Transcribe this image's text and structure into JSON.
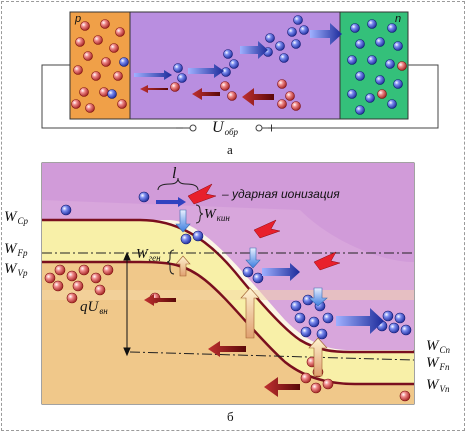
{
  "part_a": {
    "p_label": "p",
    "n_label": "n",
    "voltage_symbol": "U",
    "voltage_subscript": "обр",
    "caption": "а",
    "colors": {
      "p_region": "#f0a048",
      "depletion": "#b98ee0",
      "n_region": "#34c07a",
      "hole": "#e56a6a",
      "electron": "#5a6cd8",
      "arrow_blue": "#2a3ab0",
      "arrow_red": "#8a1010"
    }
  },
  "part_b": {
    "caption": "б",
    "free_path_symbol": "l",
    "impact_ionization_text": "– ударная ионизация",
    "levels": {
      "wc_p": {
        "sym": "W",
        "sub": "Ср"
      },
      "wf_p": {
        "sym": "W",
        "sub": "Fр"
      },
      "wv_p": {
        "sym": "W",
        "sub": "Vр"
      },
      "wc_n": {
        "sym": "W",
        "sub": "Сn"
      },
      "wf_n": {
        "sym": "W",
        "sub": "Fn"
      },
      "wv_n": {
        "sym": "W",
        "sub": "Vn"
      }
    },
    "kinetic": {
      "sym": "W",
      "sub": "кин"
    },
    "generation": {
      "sym": "W",
      "sub": "ген"
    },
    "barrier": {
      "sym": "qU",
      "sub": "вн"
    },
    "colors": {
      "conduction_band": "#d8a6dc",
      "gap": "#f8f0a8",
      "valence_band": "#f0c88a",
      "band_edge": "#7a0f1e",
      "flash": "#e8202c"
    }
  }
}
